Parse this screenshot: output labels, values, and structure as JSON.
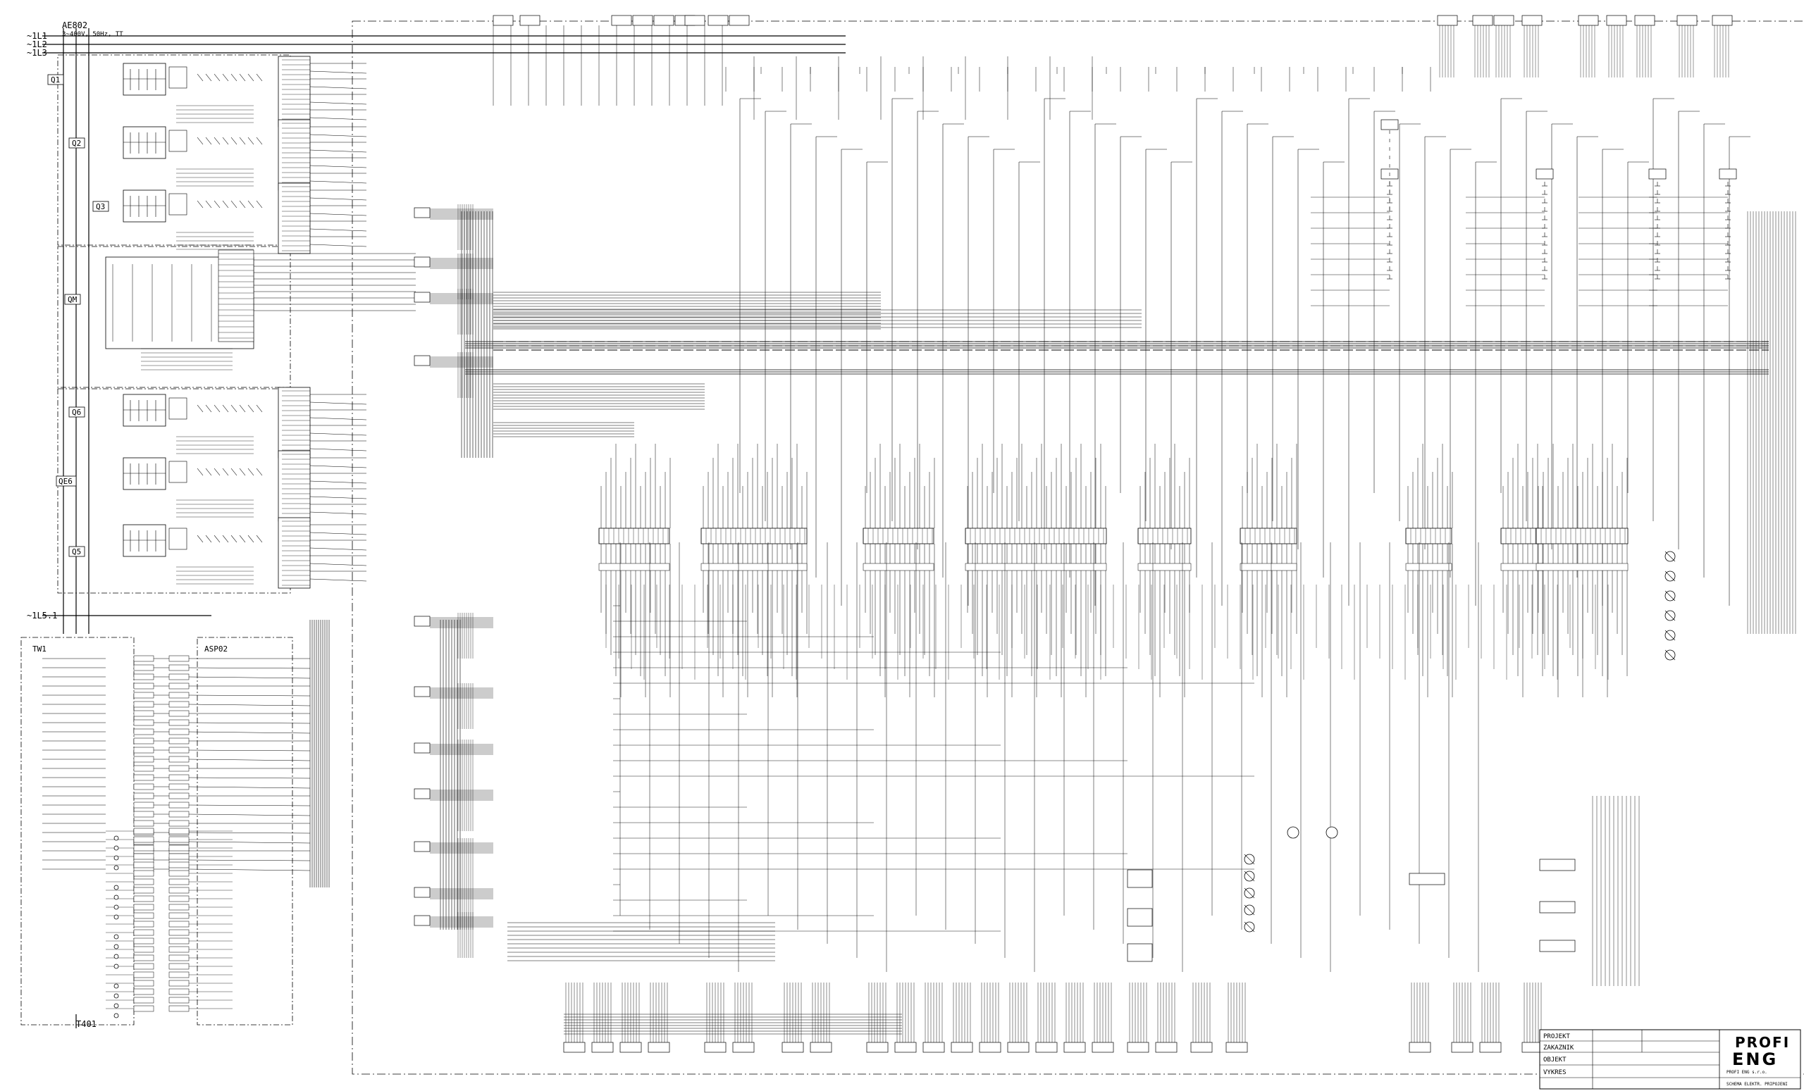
{
  "header": {
    "supply_lines": [
      "~1L1",
      "~1L2",
      "~1L3"
    ],
    "main_breaker": {
      "name": "AE802",
      "spec": "3~400V, 50Hz, TT"
    },
    "neutral_line": "~1L5.1",
    "bottom_terminal": "T401"
  },
  "devices": {
    "left_breakers": [
      "Q1",
      "Q2",
      "Q3",
      "QM",
      "Q6",
      "QE6",
      "Q5"
    ],
    "lower_panels": [
      {
        "id": "tw1",
        "label": "TW1"
      },
      {
        "id": "asp02",
        "label": "ASP02"
      }
    ]
  },
  "title_block": {
    "logo_top": "PROFI",
    "logo_bottom": "ENG",
    "company_lines": [
      "PROFI ENG s.r.o.",
      "SCHEMA ELEKTR. PRIPOJENI"
    ],
    "rows": [
      "PROJEKT",
      "ZAKAZNIK",
      "OBJEKT",
      "VYKRES"
    ]
  },
  "colors": {
    "ink": "#000000",
    "paper": "#ffffff"
  }
}
